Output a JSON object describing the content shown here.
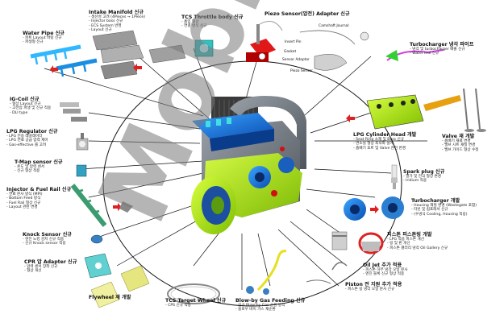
{
  "watermark": "Mobiltek",
  "labels": {
    "water_pipe": {
      "title": "Water Pipe 신규",
      "lines": [
        "- 파트 Layout 바탕 신규",
        "- 파생형 신규"
      ]
    },
    "intake_manifold": {
      "title": "Intake Manifold 신규",
      "lines": [
        "- 생산성 고려 (4Pieces → 1Piece)",
        "- Injector boss 신규",
        "- ECS System 반영",
        "- Layout 신규"
      ]
    },
    "tcs_throttle": {
      "title": "TCS Throttle body 신규",
      "lines": [
        "- 흡입 형상",
        "- 연결 방식 신규"
      ]
    },
    "piezo_sensor": {
      "title": "Piezo Sensor(압전) Adapter 신규",
      "lines": []
    },
    "turbo_pipe": {
      "title": "Turbocharger 냉각 파이프",
      "lines": [
        "- 냉각 및 turbocharger 배출 신규",
        "- Water line 신규"
      ]
    },
    "ig_coil": {
      "title": "IG-Coil 신규",
      "lines": [
        "- 형상 Layout 신규",
        "- 고전압 파생 및 신규 적용",
        "- DLI type"
      ]
    },
    "lpg_regulator": {
      "title": "LPG Regulator 신규",
      "lines": [
        "- LPG 전용 레귤레이터",
        "- LPG 연료 공급 압력 제어",
        "- Gas-effective 를 고려"
      ]
    },
    "lpg_cyl_head": {
      "title": "LPG Cylinder Head 개발",
      "lines": [
        "- Seat Ring 소재 및 Boss 신규",
        "- 연소실 형상 최적화 설계",
        "- 흡배기 포트 및 Valve 관련 변경"
      ]
    },
    "valve": {
      "title": "Valve 재 개발",
      "lines": [
        "- 흡배기 재료 변경",
        "- 밸브 시트 재질 변경",
        "- 밸브 가이드 형상 수정"
      ]
    },
    "tmap": {
      "title": "T-Map sensor 신규",
      "lines": [
        "- 온도 및 압력 센서",
        "- 신규 형상 적용"
      ]
    },
    "injector": {
      "title": "Injector & Fuel Rail 신규",
      "lines": [
        "- 연료 분사 방식 (MPI)",
        "- Bottom Feed 방식",
        "- Fuel Rail 형상 신규",
        "- Layout 관련 변경"
      ]
    },
    "spark_plug": {
      "title": "Spark plug 신규",
      "lines": [
        "- 열가 및 전극 형상 변경",
        "- Iridium 적용"
      ]
    },
    "turbo_dev": {
      "title": "Turbocharger 개발",
      "lines": [
        "- Housing 재질 변경 (Wastegate 포함)",
        "- 터빈 및 컴프레서 신규",
        "- (수냉식 Cooling, Housing 적용)"
      ]
    },
    "knock": {
      "title": "Knock Sensor 신규",
      "lines": [
        "- 엔진 노킹 감지 신규 적용",
        "- 신규 Knock sensor 적용"
      ]
    },
    "piston": {
      "title": "피스톤 피스톤링 개발",
      "lines": [
        "- LPG 적용 피스톤 개선",
        "- 링 및 핀 개선",
        "- 피스톤 갤러리 냉각 Oil Gallery 신규"
      ]
    },
    "cpr_adapter": {
      "title": "CPR 압 Adapter 신규",
      "lines": [
        "- 압력 센서 장착 신규",
        "- 형상 개선"
      ]
    },
    "oil_jet": {
      "title": "Oil Jet 추가 적용",
      "lines": [
        "- 피스톤 하부 냉각 오일 분사",
        "- 엔진 블록 신규 형상 적용"
      ]
    },
    "piston_ring": {
      "title": "Piston 전 지원 추가 적용",
      "lines": [
        "- 피스톤 링 냉각 오일 분사 신규"
      ]
    },
    "flywheel": {
      "title": "Flywheel 재 개발",
      "lines": []
    },
    "tcs_target": {
      "title": "TCS Target Wheel 신규",
      "lines": [
        "- CPS 신규 적용"
      ]
    },
    "blowby": {
      "title": "Blow-by Gas Feeding 신규",
      "lines": [
        "- 신규 Blow-by Gas 순환 방식",
        "- 블로우 바이 가스 재순환"
      ]
    }
  },
  "small_labels": [
    "Camshaft Journal",
    "Insert Pin",
    "Gasket",
    "Sensor Adaptor",
    "Piezo Sensor"
  ]
}
